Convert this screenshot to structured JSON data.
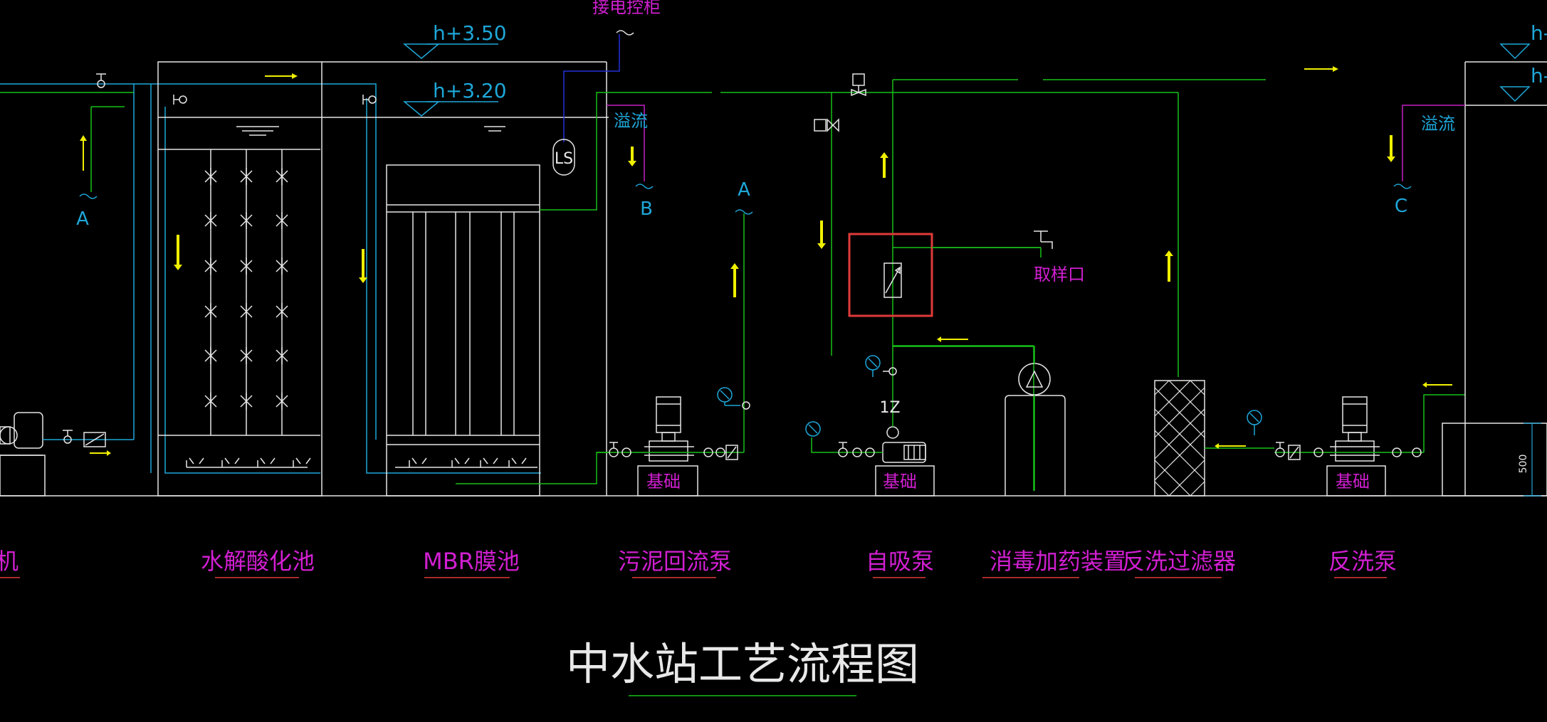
{
  "title": "中水站工艺流程图",
  "colors": {
    "background": "#000000",
    "structure": "#e6e6e6",
    "water_pipe": "#19c019",
    "air_pipe": "#1ea7d8",
    "overflow_pipe": "#c41fc4",
    "control_pipe": "#2430d6",
    "flow_arrow": "#f0f000",
    "label_magenta": "#d11fd1",
    "label_cyan": "#1ea7d8",
    "highlight_box": "#e03a3a"
  },
  "levels": {
    "high": "h+3.50",
    "low": "h+3.20",
    "right_edge": "h-"
  },
  "annotations": {
    "power_control": "接电控柜",
    "level_switch": "LS",
    "overflow": "溢流",
    "overflow_right": "溢流",
    "sampling_port": "取样口",
    "dim_500": "500",
    "foundation": "基础",
    "valve_1z": "1Z"
  },
  "connectors": {
    "a_left": "A",
    "a_mid": "A",
    "b": "B",
    "c": "C"
  },
  "equipment_labels": [
    {
      "id": "blower",
      "text": "机"
    },
    {
      "id": "hydrolysis",
      "text": "水解酸化池"
    },
    {
      "id": "mbr",
      "text": "MBR膜池"
    },
    {
      "id": "sludge_pump",
      "text": "污泥回流泵"
    },
    {
      "id": "self_priming",
      "text": "自吸泵"
    },
    {
      "id": "disinfection",
      "text": "消毒加药装置"
    },
    {
      "id": "backwash_filter",
      "text": "反洗过滤器"
    },
    {
      "id": "backwash_pump",
      "text": "反洗泵"
    }
  ],
  "icons": [
    "pump-icon",
    "gate-valve-icon",
    "check-valve-icon",
    "pressure-gauge-icon",
    "motor-valve-icon",
    "solenoid-valve-icon",
    "aerator-icon",
    "metering-pump-icon",
    "filter-media-icon",
    "flow-meter-icon",
    "sample-tap-icon"
  ]
}
